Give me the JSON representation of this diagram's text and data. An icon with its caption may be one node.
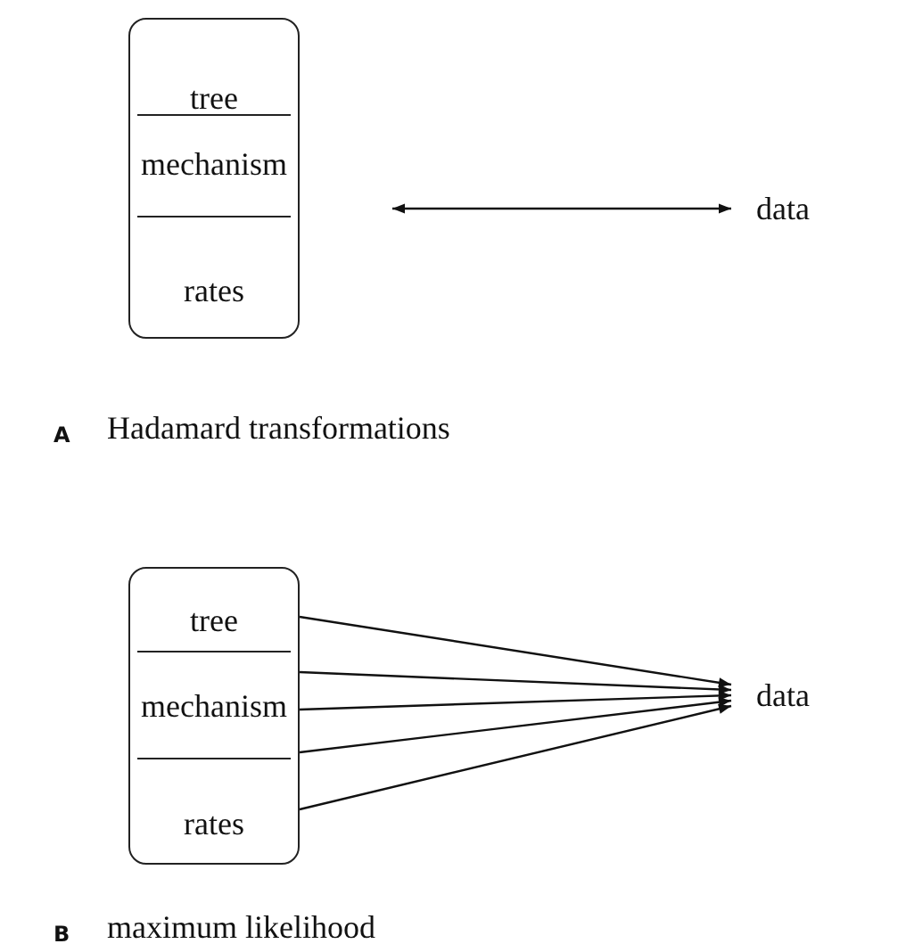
{
  "diagram": {
    "nodes": [
      {
        "text": [
          "tree",
          "mechanism",
          "rates"
        ]
      },
      {
        "text": [
          "data"
        ]
      },
      {
        "text": [
          "tree",
          "mechanism",
          "rates"
        ]
      },
      {
        "text": [
          "data"
        ]
      }
    ],
    "edges": [
      {
        "from": 0,
        "to": 1,
        "arrow": "both"
      },
      {
        "from": 2,
        "to": 3,
        "arrow": "to"
      },
      {
        "from": 2,
        "to": 3,
        "arrow": "to"
      },
      {
        "from": 2,
        "to": 3,
        "arrow": "to"
      },
      {
        "from": 2,
        "to": 3,
        "arrow": "to"
      },
      {
        "from": 2,
        "to": 3,
        "arrow": "to"
      }
    ],
    "labels": [
      "A",
      "Hadamard transformations",
      "B",
      "maximum likelihood"
    ]
  }
}
